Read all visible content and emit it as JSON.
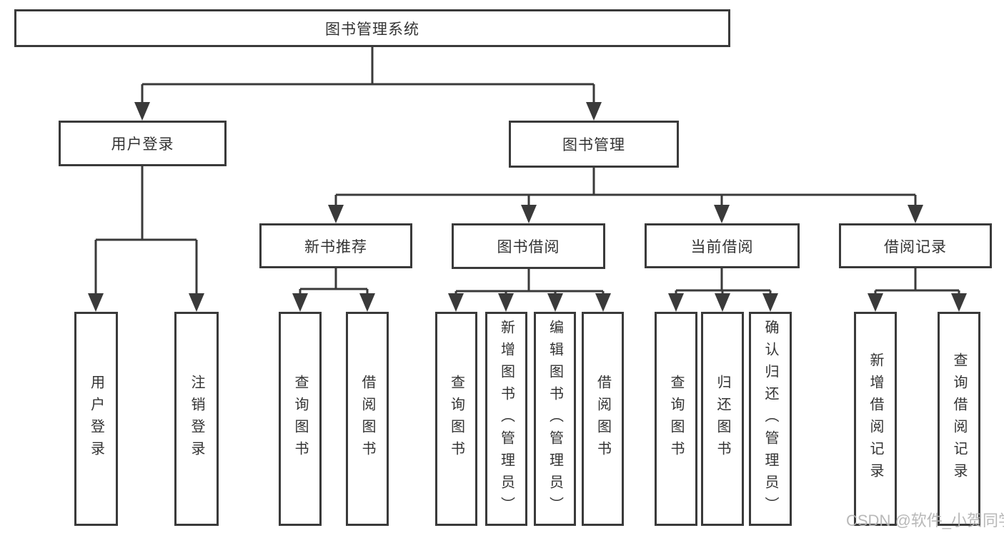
{
  "tree": {
    "root": "图书管理系统",
    "login": {
      "label": "用户登录",
      "children": [
        "用户登录",
        "注销登录"
      ]
    },
    "management": {
      "label": "图书管理",
      "sections": [
        {
          "label": "新书推荐",
          "children": [
            "查询图书",
            "借阅图书"
          ]
        },
        {
          "label": "图书借阅",
          "children": [
            "查询图书",
            "新增图书（管理员）",
            "编辑图书（管理员）",
            "借阅图书"
          ]
        },
        {
          "label": "当前借阅",
          "children": [
            "查询图书",
            "归还图书",
            "确认归还（管理员）"
          ]
        },
        {
          "label": "借阅记录",
          "children": [
            "新增借阅记录",
            "查询借阅记录"
          ]
        }
      ]
    }
  },
  "watermark": "CSDN @软件_小贺同学",
  "colors": {
    "line": "#3a3a3a",
    "box_border": "#3a3a3a",
    "text": "#333333",
    "watermark": "#b3b3b3",
    "background": "#ffffff"
  }
}
